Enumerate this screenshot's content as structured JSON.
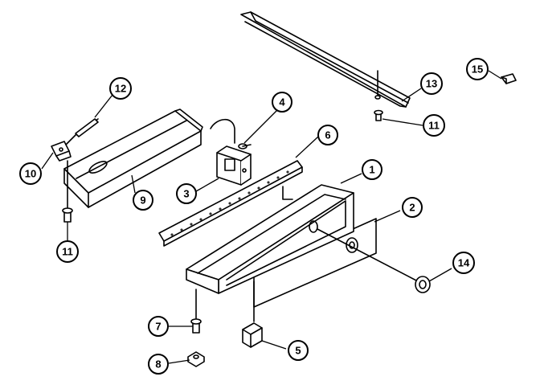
{
  "diagram": {
    "callouts": [
      {
        "id": "c1",
        "label": "1"
      },
      {
        "id": "c2",
        "label": "2"
      },
      {
        "id": "c3",
        "label": "3"
      },
      {
        "id": "c4",
        "label": "4"
      },
      {
        "id": "c5",
        "label": "5"
      },
      {
        "id": "c6",
        "label": "6"
      },
      {
        "id": "c7",
        "label": "7"
      },
      {
        "id": "c8",
        "label": "8"
      },
      {
        "id": "c9",
        "label": "9"
      },
      {
        "id": "c10",
        "label": "10"
      },
      {
        "id": "c11a",
        "label": "11"
      },
      {
        "id": "c11b",
        "label": "11"
      },
      {
        "id": "c12",
        "label": "12"
      },
      {
        "id": "c13",
        "label": "13"
      },
      {
        "id": "c14",
        "label": "14"
      },
      {
        "id": "c15",
        "label": "15"
      }
    ]
  }
}
